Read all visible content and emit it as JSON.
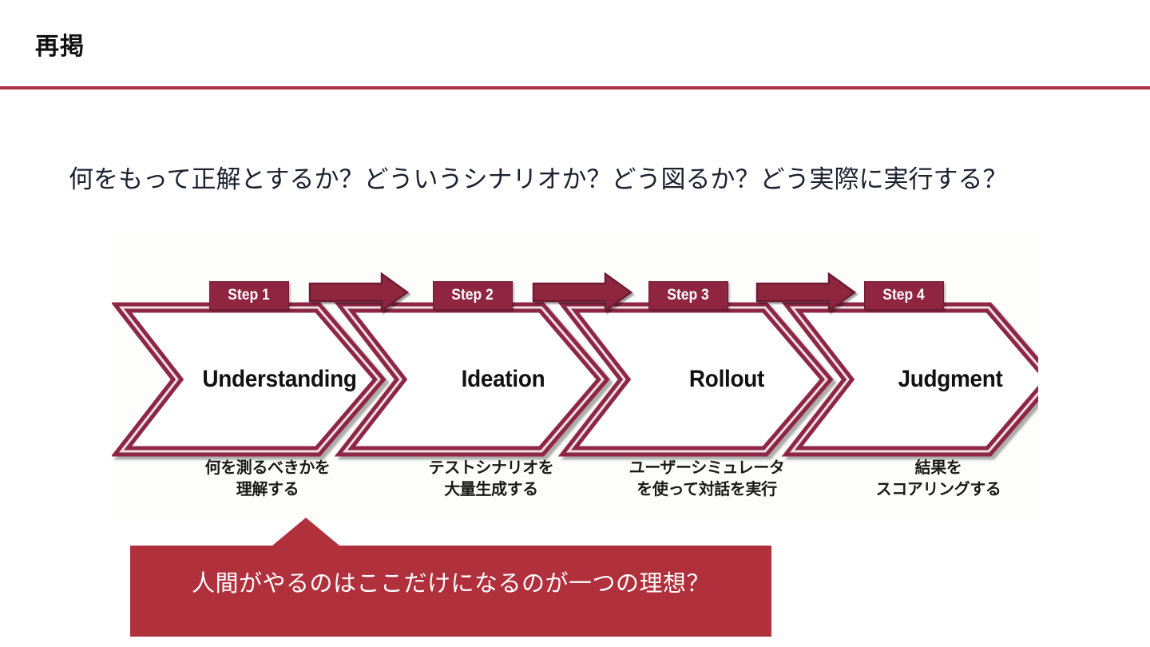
{
  "slide": {
    "title": "再掲",
    "rule_color": "#a93347",
    "lead_text": "何をもって正解とするか？どういうシナリオか？どう図るか？どう実際に実行する？"
  },
  "diagram": {
    "type": "process-chevron-flow",
    "accent_color": "#8f2540",
    "outline_color": "#8e2847",
    "fill_color": "#ffffff",
    "steps": [
      {
        "badge": "Step 1",
        "label": "Understanding",
        "caption_line1": "何を測るべきかを",
        "caption_line2": "理解する"
      },
      {
        "badge": "Step 2",
        "label": "Ideation",
        "caption_line1": "テストシナリオを",
        "caption_line2": "大量生成する"
      },
      {
        "badge": "Step 3",
        "label": "Rollout",
        "caption_line1": "ユーザーシミュレータ",
        "caption_line2": "を使って対話を実行"
      },
      {
        "badge": "Step 4",
        "label": "Judgment",
        "caption_line1": "結果を",
        "caption_line2": "スコアリングする"
      }
    ],
    "connector_count": 3,
    "connector_icon": "right-arrow-icon"
  },
  "callout": {
    "text": "人間がやるのはここだけになるのが一つの理想？",
    "background_color": "#b0303c",
    "text_color": "#ffffff",
    "pointer": "up-triangle-pointer"
  }
}
